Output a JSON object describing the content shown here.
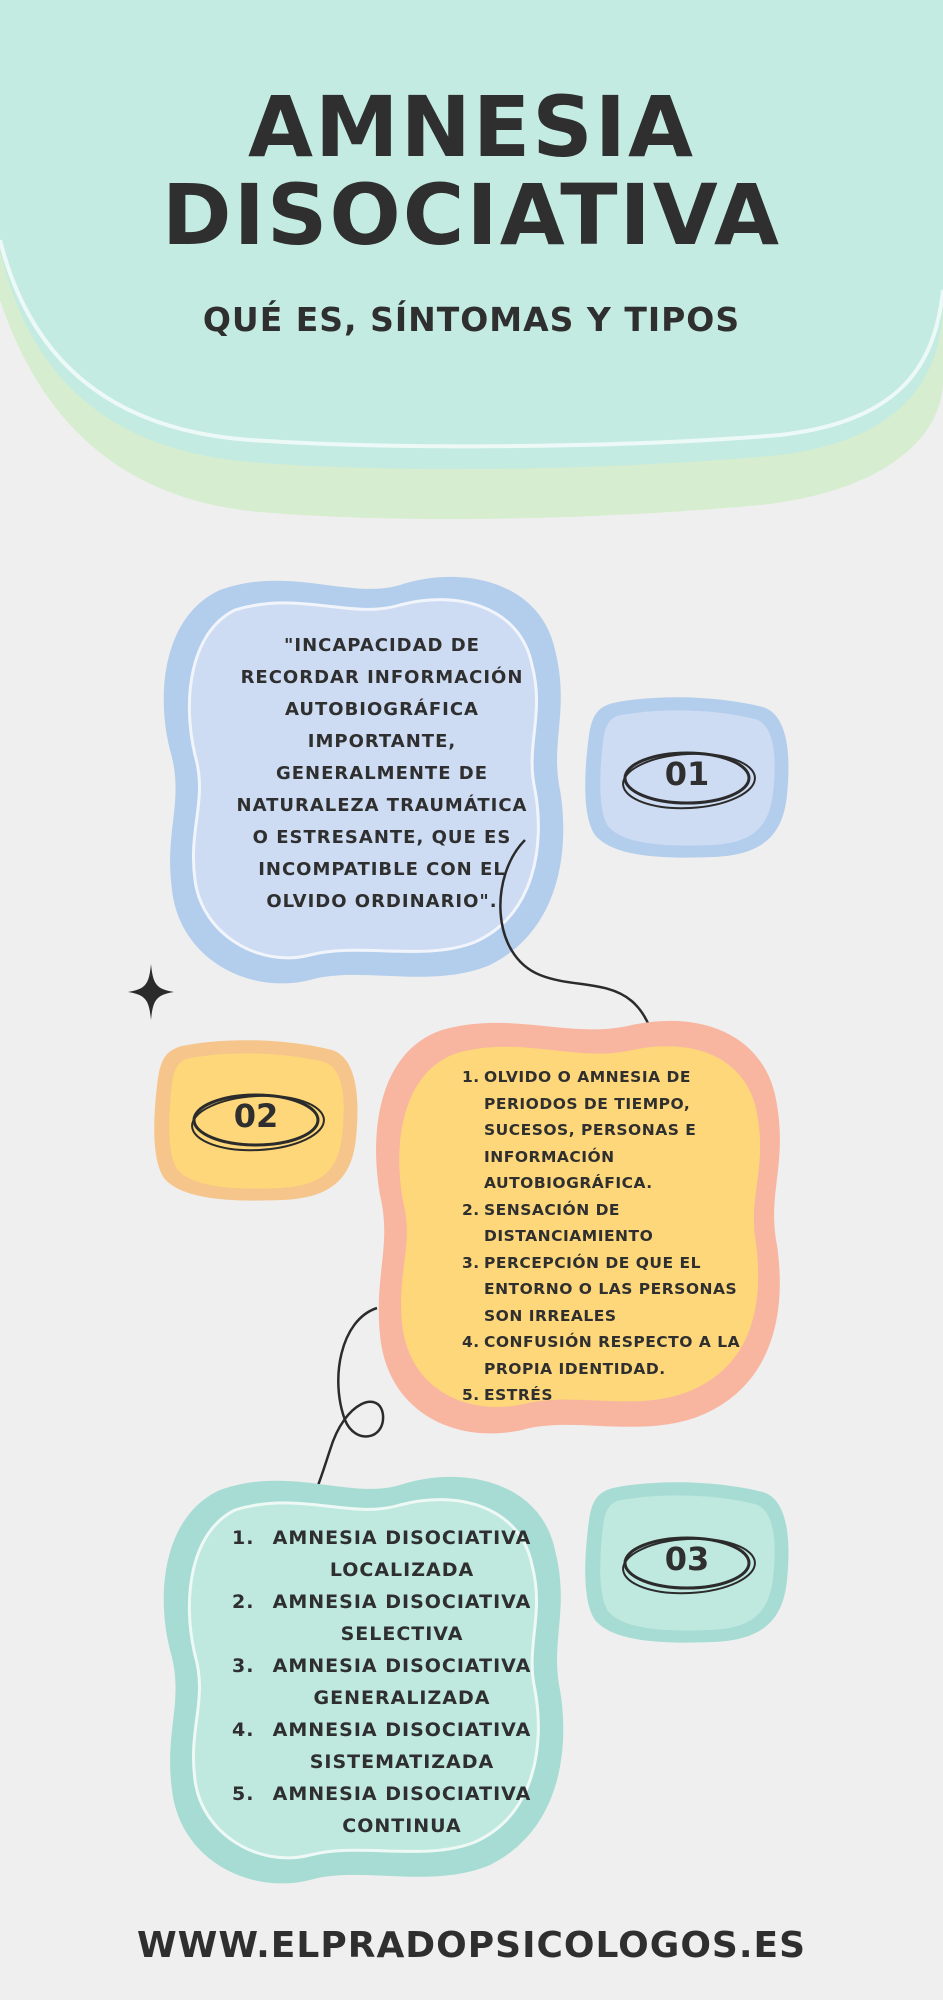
{
  "header": {
    "title_line1": "AMNESIA",
    "title_line2": "DISOCIATIVA",
    "subtitle": "QUÉ ES, SÍNTOMAS Y TIPOS"
  },
  "definition": {
    "number": "01",
    "text": "\"Incapacidad de recordar información autobiográfica importante, generalmente de naturaleza traumática o estresante, que es incompatible con el olvido ordinario\"."
  },
  "symptoms": {
    "number": "02",
    "items": [
      {
        "n": "1.",
        "text": "Olvido o amnesia de periodos de tiempo, sucesos, personas e información autobiográfica."
      },
      {
        "n": "2.",
        "text": "Sensación de distanciamiento"
      },
      {
        "n": "3.",
        "text": "Percepción de que el entorno o las personas son irreales"
      },
      {
        "n": "4.",
        "text": "Confusión respecto a la propia identidad."
      },
      {
        "n": "5.",
        "text": "Estrés"
      }
    ]
  },
  "types": {
    "number": "03",
    "items": [
      {
        "n": "1.",
        "text": "AMNESIA DISOCIATIVA LOCALIZADA"
      },
      {
        "n": "2.",
        "text": "AMNESIA DISOCIATIVA SELECTIVA"
      },
      {
        "n": "3.",
        "text": "AMNESIA DISOCIATIVA GENERALIZADA"
      },
      {
        "n": "4.",
        "text": "AMNESIA DISOCIATIVA SISTEMATIZADA"
      },
      {
        "n": "5.",
        "text": "AMNESIA DISOCIATIVA CONTINUA"
      }
    ]
  },
  "footer": {
    "url": "WWW.ELPRADOPSICOLOGOS.ES"
  },
  "colors": {
    "header_mint": "#c3ebe1",
    "header_green": "#d6edcf",
    "blue": "#cddcf3",
    "blue_border": "#b3cdec",
    "yellow": "#fdd77a",
    "coral": "#f8b5a0",
    "mint": "#bfe8de",
    "mint_border": "#a6dcd3",
    "text": "#2f2f2f"
  }
}
